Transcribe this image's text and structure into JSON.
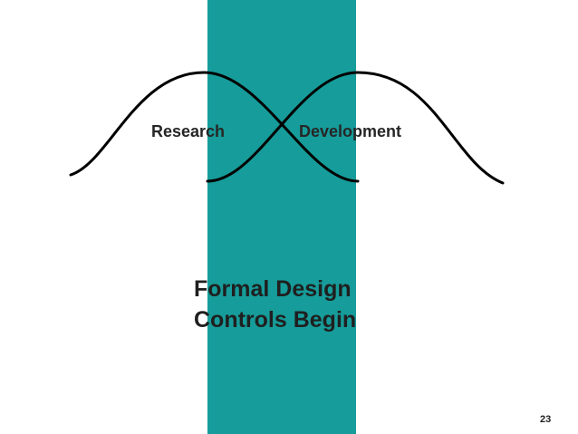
{
  "slide": {
    "labels": {
      "research": "Research",
      "development": "Development"
    },
    "caption": {
      "line1": "Formal Design",
      "line2": "Controls Begin"
    },
    "page_number": "23"
  },
  "colors": {
    "band": "#169c9a",
    "curve": "#000000",
    "label_text": "#262626",
    "caption_text": "#1f1f1f",
    "page_number_text": "#1f1f1f"
  }
}
